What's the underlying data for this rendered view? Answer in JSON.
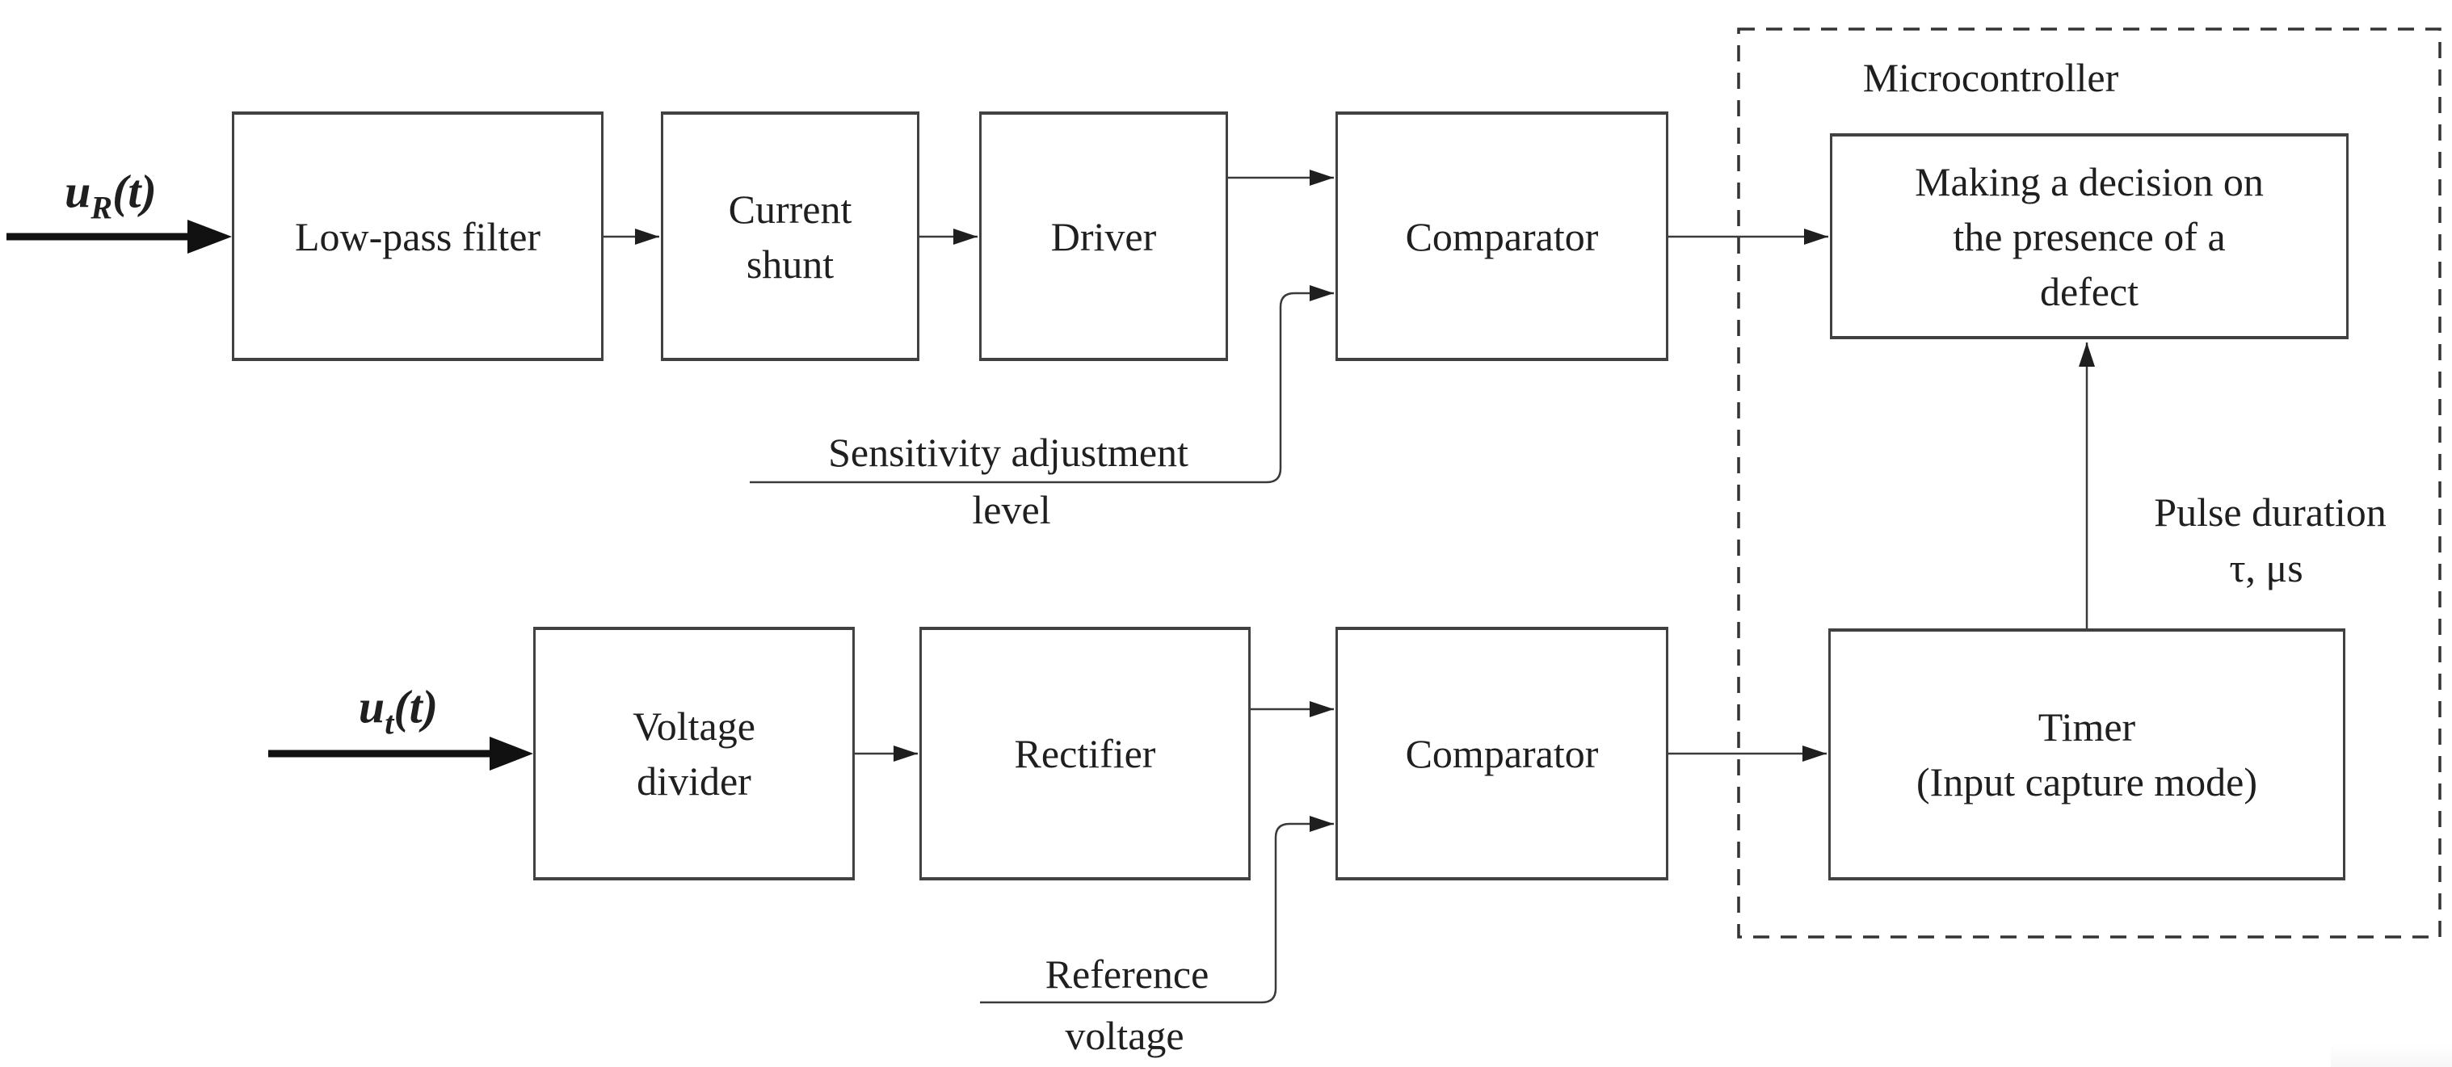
{
  "blocks": {
    "low_pass_filter": "Low-pass filter",
    "current_shunt": "Current\nshunt",
    "driver": "Driver",
    "comparator_top": "Comparator",
    "decision": "Making a decision on\nthe presence of a\ndefect",
    "voltage_divider": "Voltage\ndivider",
    "rectifier": "Rectifier",
    "comparator_bottom": "Comparator",
    "timer": "Timer\n(Input capture mode)"
  },
  "container": {
    "microcontroller": "Microcontroller"
  },
  "signals": {
    "input_top": {
      "base": "u",
      "sub": "R",
      "args": "(t)"
    },
    "input_bottom": {
      "base": "u",
      "sub": "t",
      "args": "(t)"
    }
  },
  "wire_labels": {
    "sensitivity_line1": "Sensitivity adjustment",
    "sensitivity_line2": "level",
    "reference_line1": "Reference",
    "reference_line2": "voltage",
    "pulse_line1": "Pulse duration",
    "pulse_line2": "τ, μs"
  },
  "colors": {
    "line": "#3a3a3a",
    "border": "#414141",
    "text": "#1f1f1f",
    "background": "#ffffff"
  }
}
